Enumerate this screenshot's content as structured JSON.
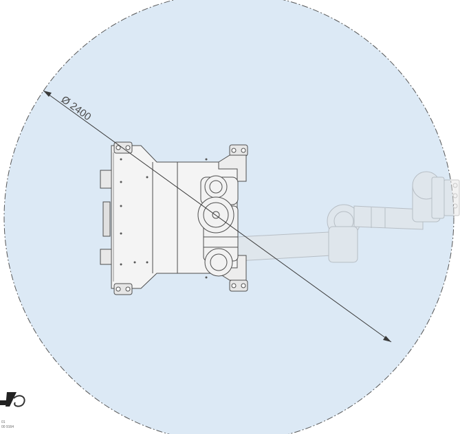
{
  "diagram": {
    "dimension_label": "Ø 2400",
    "colors": {
      "workspace_fill": "#dce9f5",
      "workspace_outline": "#555555",
      "robot_line": "#4d4d4d",
      "robot_fill": "#f4f4f4",
      "ghost_arm": "#c9c9c9"
    }
  },
  "logo": {
    "line1": "01",
    "line2": "00 9164"
  }
}
